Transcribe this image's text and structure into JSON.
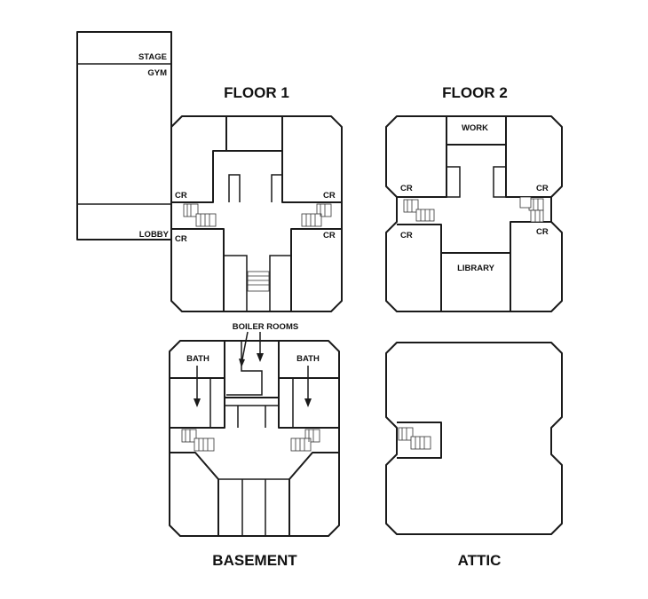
{
  "titles": {
    "floor1": "FLOOR 1",
    "floor2": "FLOOR 2",
    "basement": "BASEMENT",
    "attic": "ATTIC"
  },
  "floor1": {
    "stage": "STAGE",
    "gym": "GYM",
    "lobby": "LOBBY",
    "cr": "CR"
  },
  "floor2": {
    "work": "WORK",
    "library": "LIBRARY",
    "cr": "CR"
  },
  "basement": {
    "boiler_rooms": "BOILER ROOMS",
    "bath": "BATH"
  }
}
